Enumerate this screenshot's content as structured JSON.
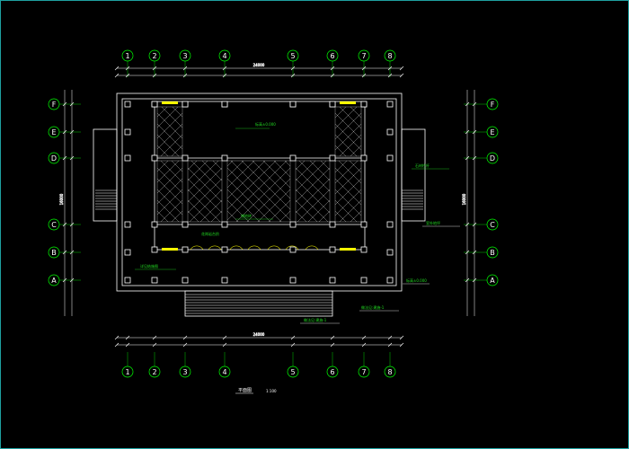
{
  "drawing": {
    "title": "平面图",
    "scale": "1:100"
  },
  "grid": {
    "horizontal_labels": [
      "1",
      "2",
      "3",
      "4",
      "5",
      "6",
      "7",
      "8"
    ],
    "vertical_labels": [
      "F",
      "E",
      "D",
      "C",
      "B",
      "A"
    ]
  },
  "dimensions": {
    "top_outer": "24000",
    "bottom_outer": "24000",
    "left_outer": "16000",
    "right_outer": "16000"
  },
  "notes": {
    "note_a": "标高±0.000",
    "note_b": "铺地砖",
    "note_c": "花岗岩台阶",
    "note_d": "详见结施图",
    "note_e": "石材栏杆",
    "note_f": "室外地坪",
    "note_g": "做法见:建施-1"
  },
  "colors": {
    "background": "#000000",
    "line": "#ffffff",
    "grid_line": "#00ff00",
    "annotation": "#22dd22",
    "highlight": "#ffff00",
    "frame": "#1fa0a0"
  }
}
